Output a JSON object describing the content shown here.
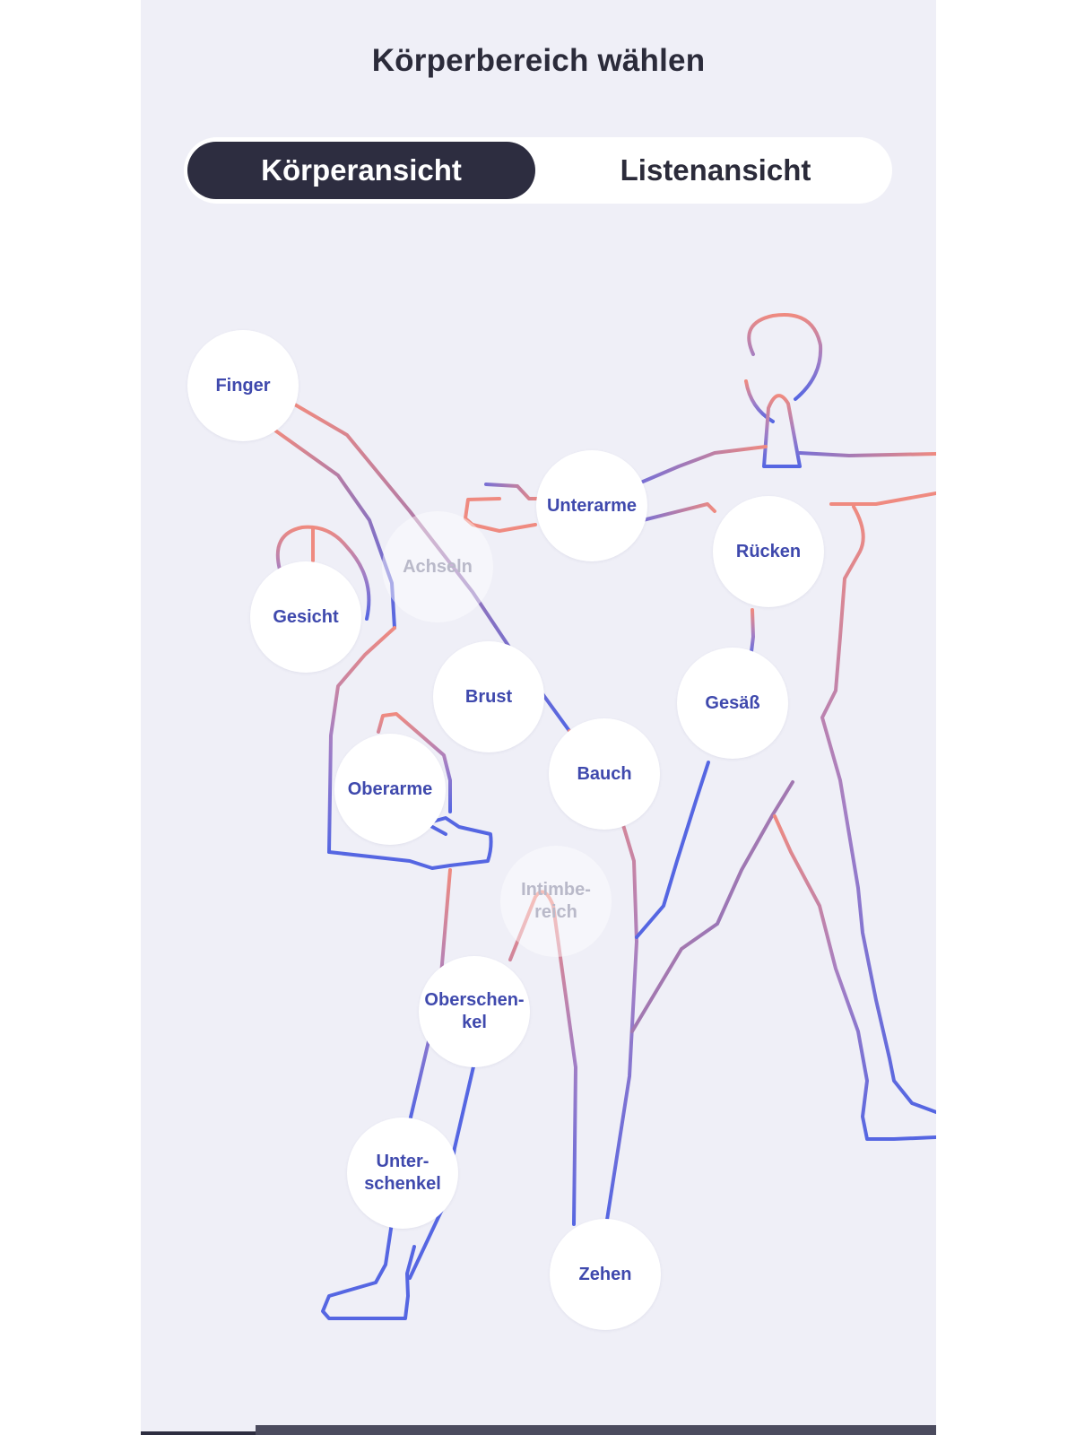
{
  "header": {
    "title": "Körperbereich wählen"
  },
  "view_toggle": {
    "active_label": "Körperansicht",
    "inactive_label": "Listenansicht"
  },
  "colors": {
    "background": "#efeff7",
    "accent_dark": "#2d2d40",
    "label_blue": "#3f49ad",
    "line_pink": "#ef8a80",
    "line_blue": "#5a67e0"
  },
  "body_parts": [
    {
      "label": "Finger",
      "enabled": true
    },
    {
      "label": "Unterarme",
      "enabled": true
    },
    {
      "label": "Achseln",
      "enabled": false
    },
    {
      "label": "Rücken",
      "enabled": true
    },
    {
      "label": "Gesicht",
      "enabled": true
    },
    {
      "label": "Brust",
      "enabled": true
    },
    {
      "label": "Gesäß",
      "enabled": true
    },
    {
      "label": "Bauch",
      "enabled": true
    },
    {
      "label": "Oberarme",
      "enabled": true
    },
    {
      "label": "Intimbe-\nreich",
      "enabled": false
    },
    {
      "label": "Oberschen-\nkel",
      "enabled": true
    },
    {
      "label": "Unter-\nschenkel",
      "enabled": true
    },
    {
      "label": "Zehen",
      "enabled": true
    }
  ]
}
